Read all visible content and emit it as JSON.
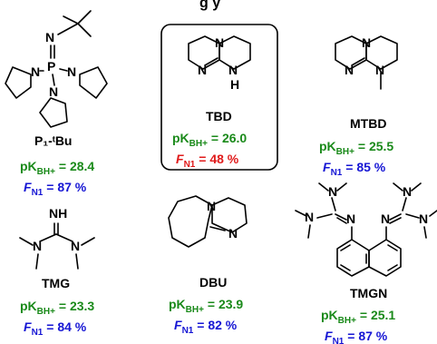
{
  "header": {
    "partial_title": "g        y"
  },
  "colors": {
    "pk": "#1a8a1a",
    "fn_blue": "#1515d4",
    "fn_red": "#e01b1b",
    "text": "#000000"
  },
  "bases": [
    {
      "id": "p1tbu",
      "name": "P₁-ᵗBu",
      "pk_value": "28.4",
      "fn_value": "87 %"
    },
    {
      "id": "tbd",
      "name": "TBD",
      "pk_value": "26.0",
      "fn_value": "48 %"
    },
    {
      "id": "mtbd",
      "name": "MTBD",
      "pk_value": "25.5",
      "fn_value": "85 %"
    },
    {
      "id": "tmg",
      "name": "TMG",
      "pk_value": "23.3",
      "fn_value": "84 %"
    },
    {
      "id": "dbu",
      "name": "DBU",
      "pk_value": "23.9",
      "fn_value": "82 %"
    },
    {
      "id": "tmgn",
      "name": "TMGN",
      "pk_value": "25.1",
      "fn_value": "87 %"
    }
  ],
  "atoms": {
    "N": "N",
    "P": "P",
    "H": "H",
    "NH": "NH"
  },
  "labels": {
    "pk_main": "pK",
    "pk_sub": "BH+",
    "fn_main": "F",
    "fn_sub": "N1"
  }
}
